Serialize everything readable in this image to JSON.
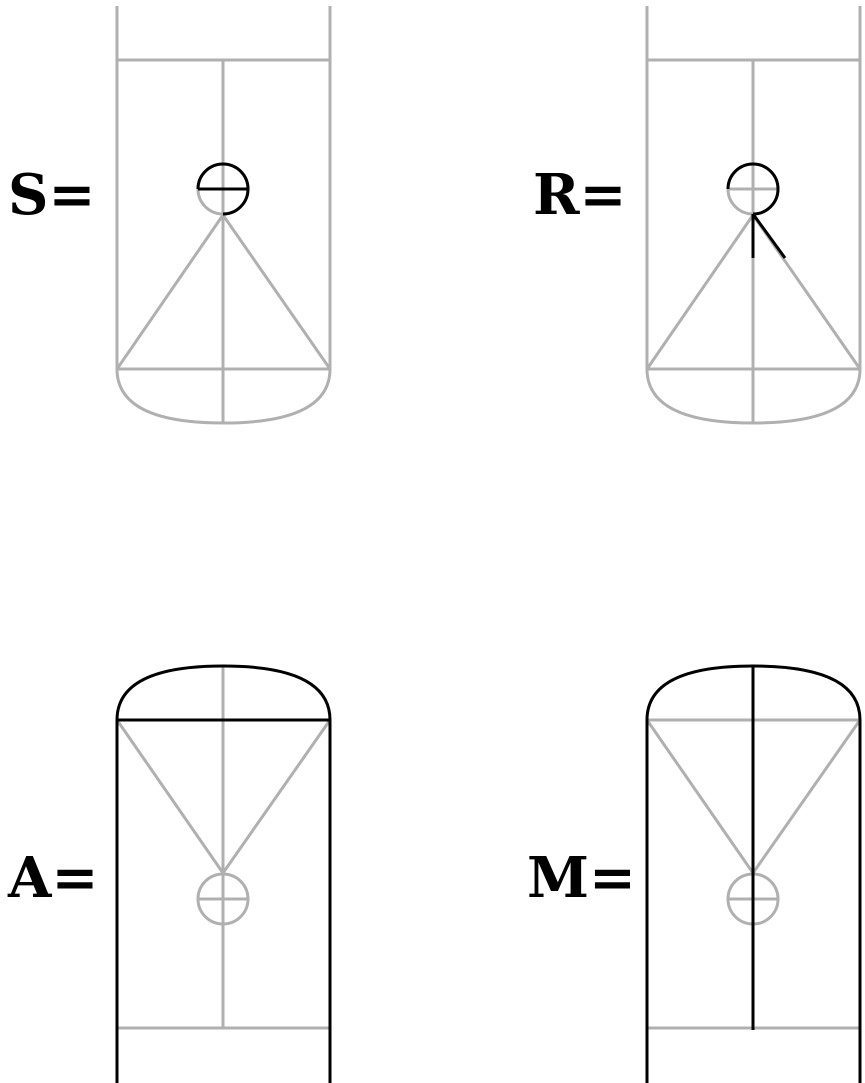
{
  "figures": [
    {
      "id": "S",
      "label": "S="
    },
    {
      "id": "R",
      "label": "R="
    },
    {
      "id": "A",
      "label": "A="
    },
    {
      "id": "M",
      "label": "M="
    }
  ],
  "colors": {
    "guide": "#b0b0b0",
    "highlight": "#000000",
    "background": "#ffffff"
  }
}
